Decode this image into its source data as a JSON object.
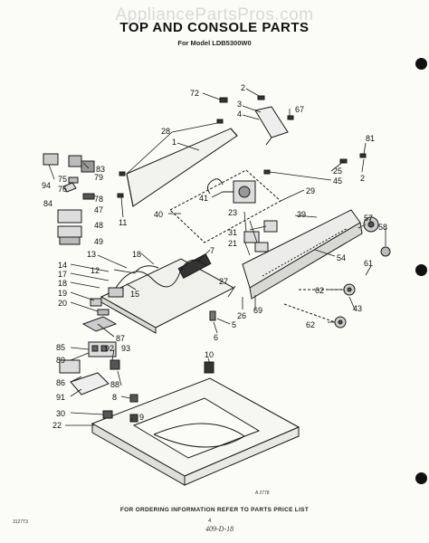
{
  "watermark": "AppliancePartsPros.com",
  "header": {
    "title": "TOP AND CONSOLE PARTS",
    "subtitle": "For Model LDB5300W0"
  },
  "footer": {
    "ordering_note": "FOR ORDERING INFORMATION REFER TO PARTS PRICE LIST",
    "doc_code": "3127T3",
    "page_number": "4",
    "handwritten_note": "409-D-18",
    "figure_id": "A 2778"
  },
  "callouts": {
    "n72": "72",
    "n2a": "2",
    "n3": "3",
    "n4": "4",
    "n67": "67",
    "n28": "28",
    "n1": "1",
    "n81": "81",
    "n25": "25",
    "n45": "45",
    "n29": "29",
    "n2b": "2",
    "n41": "41",
    "n40": "40",
    "n11": "11",
    "n83": "83",
    "n75": "75",
    "n79": "79",
    "n94": "94",
    "n76": "76",
    "n78": "78",
    "n84": "84",
    "n47": "47",
    "n48": "48",
    "n49": "49",
    "n23": "23",
    "n31": "31",
    "n21": "21",
    "n39": "39",
    "n57": "57",
    "n58": "58",
    "n14": "14",
    "n13": "13",
    "n18a": "18",
    "n7": "7",
    "n12": "12",
    "n17": "17",
    "n18b": "18",
    "n19": "19",
    "n20": "20",
    "n15": "15",
    "n54": "54",
    "n61": "61",
    "n27": "27",
    "n26": "26",
    "n69": "69",
    "n62a": "62",
    "n43": "43",
    "n5": "5",
    "n62b": "62",
    "n6": "6",
    "n87": "87",
    "n85": "85",
    "n92": "92",
    "n93": "93",
    "n89": "89",
    "n10": "10",
    "n86": "86",
    "n88": "88",
    "n91": "91",
    "n8": "8",
    "n30": "30",
    "n9": "9",
    "n22": "22"
  }
}
